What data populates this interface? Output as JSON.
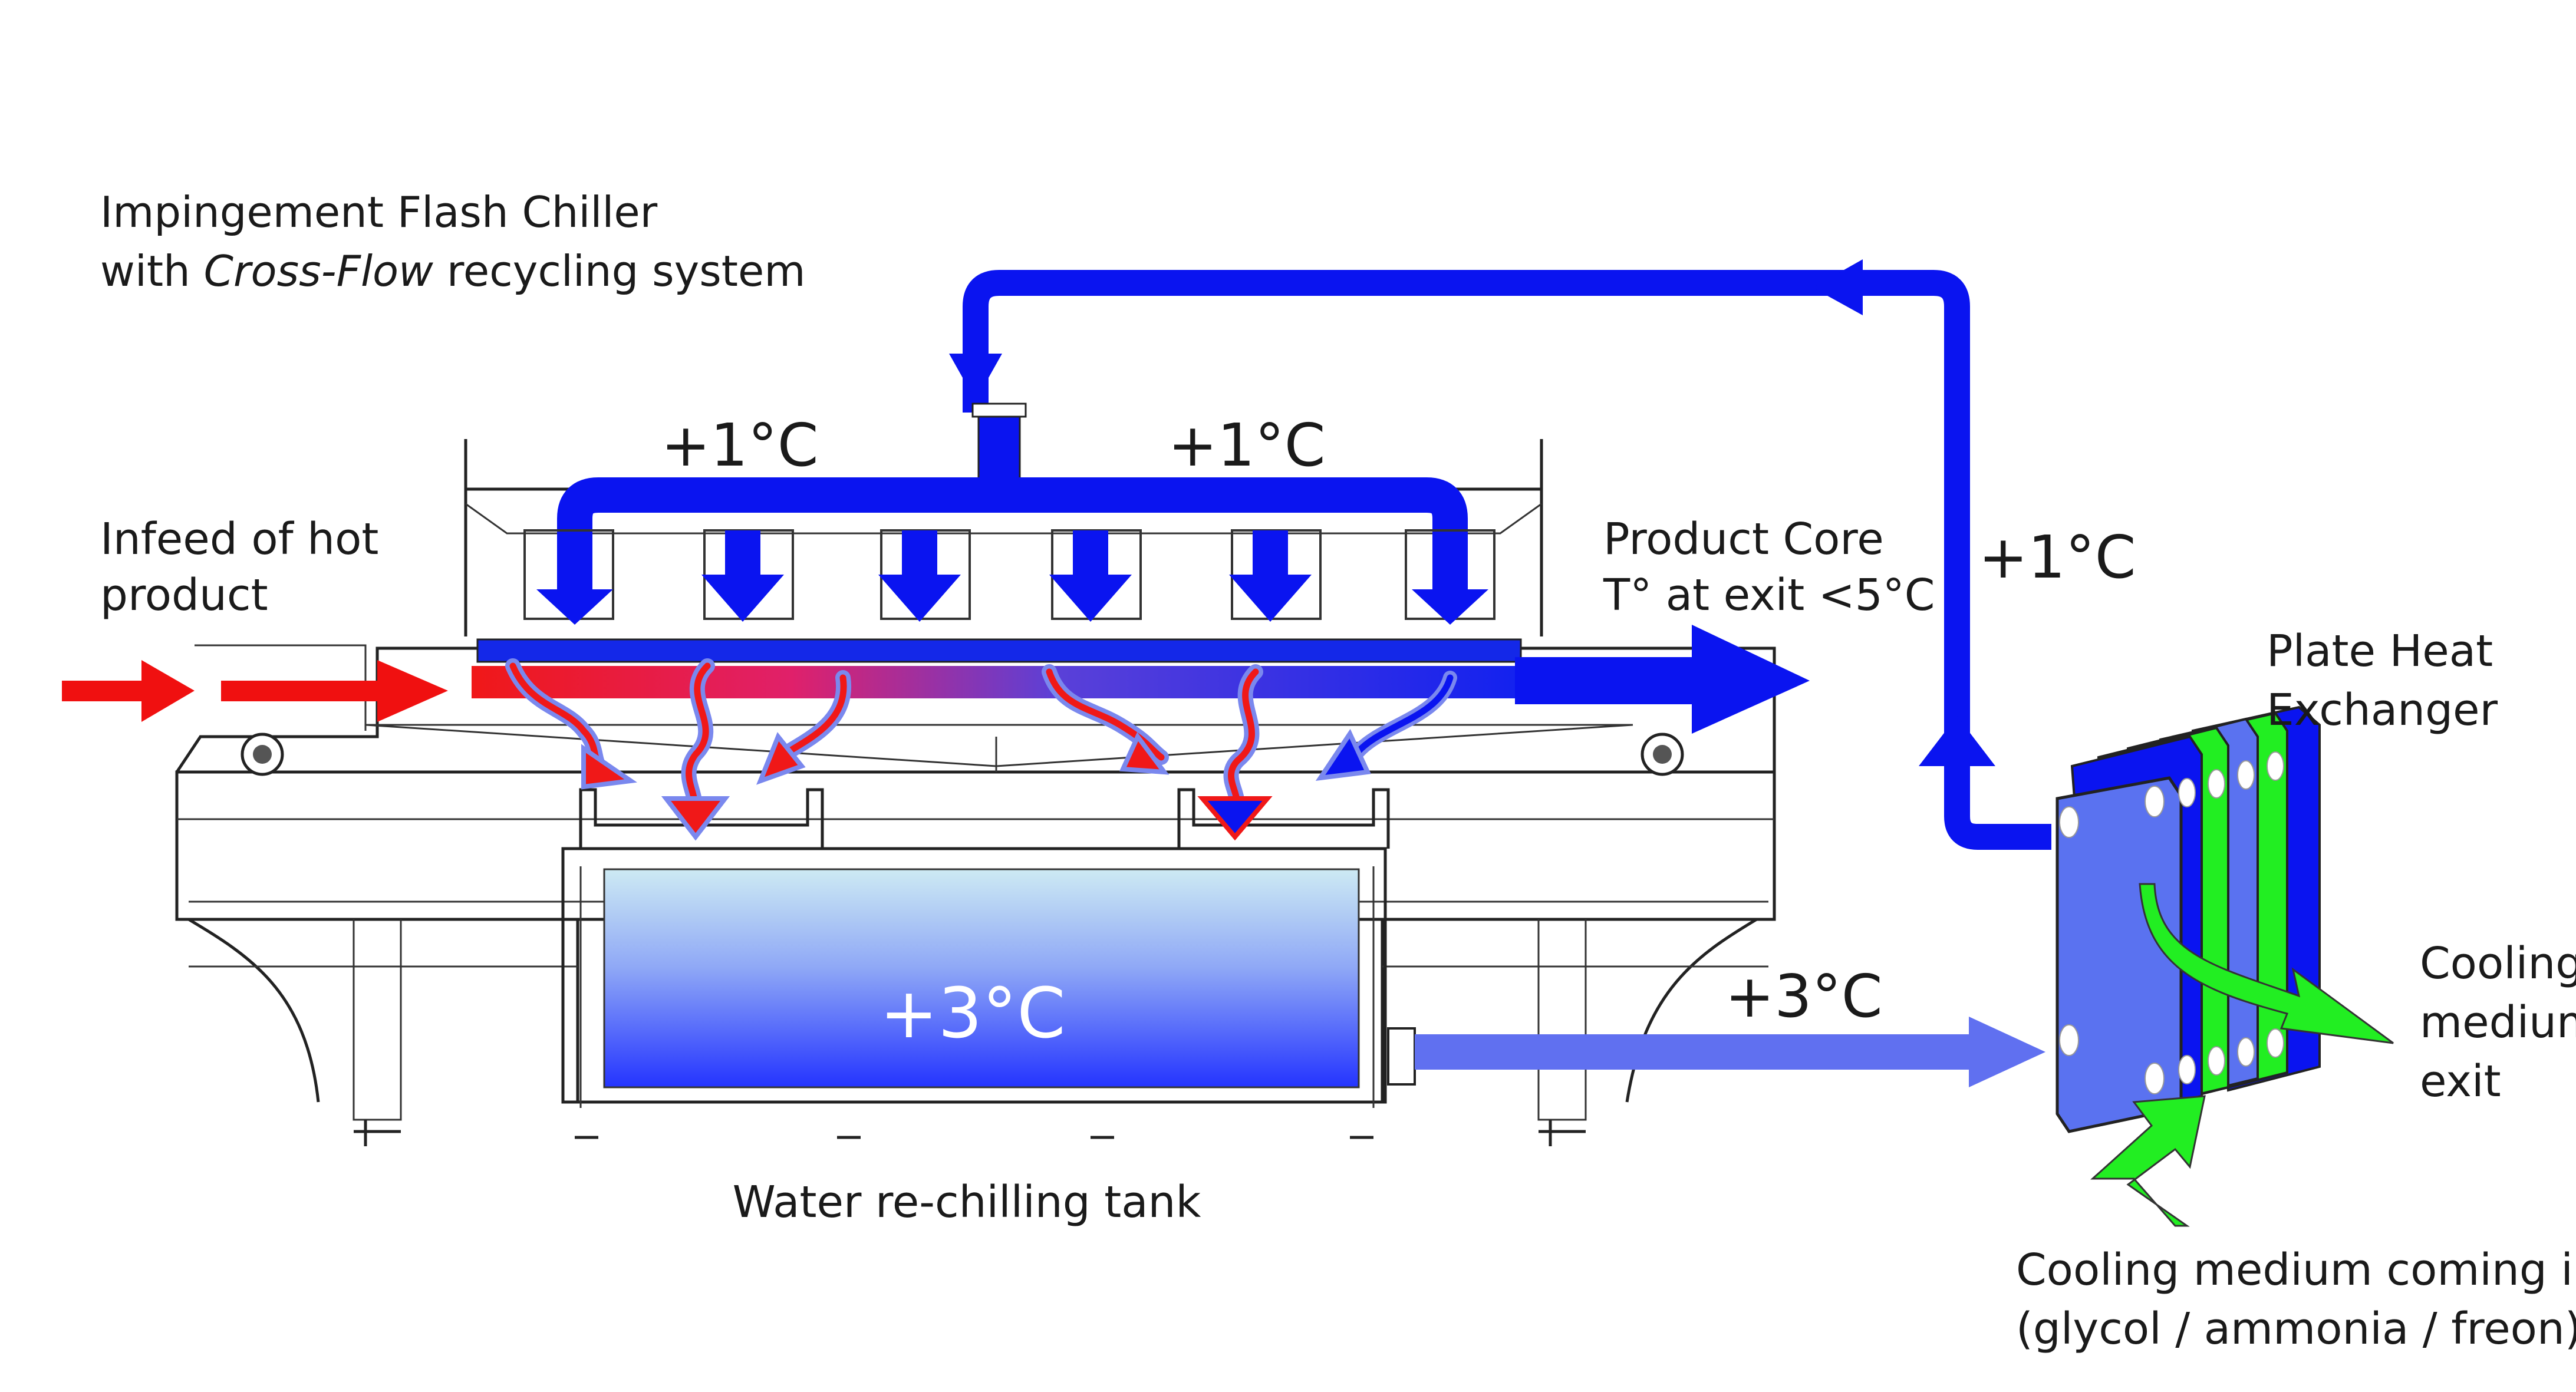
{
  "title": {
    "line1": "Impingement Flash Chiller",
    "line2_prefix": "with ",
    "line2_italic": "Cross-Flow",
    "line2_suffix": " recycling system"
  },
  "labels": {
    "infeed_line1": "Infeed of hot",
    "infeed_line2": "product",
    "core_line1": "Product Core",
    "core_line2": "T° at exit <5°C",
    "phe_line1": "Plate Heat",
    "phe_line2": "Exchanger",
    "cool_exit_line1": "Cooling",
    "cool_exit_line2": "medium",
    "cool_exit_line3": "exit",
    "tank": "Water re-chilling tank",
    "cool_in_line1": "Cooling medium coming in",
    "cool_in_line2": "(glycol / ammonia / freon)"
  },
  "temperatures": {
    "manifold_left": "+1°C",
    "manifold_right": "+1°C",
    "return_riser": "+1°C",
    "tank_water": "+3°C",
    "tank_outflow": "+3°C"
  },
  "colors": {
    "cold_flow": "#0a14f0",
    "hot_flow": "#f01010",
    "warm_return": "#6070f0",
    "tank_top": "#c8e6f2",
    "tank_bottom": "#2838ff",
    "coolant": "#22ee22",
    "plate_face": "#5a72f0"
  }
}
